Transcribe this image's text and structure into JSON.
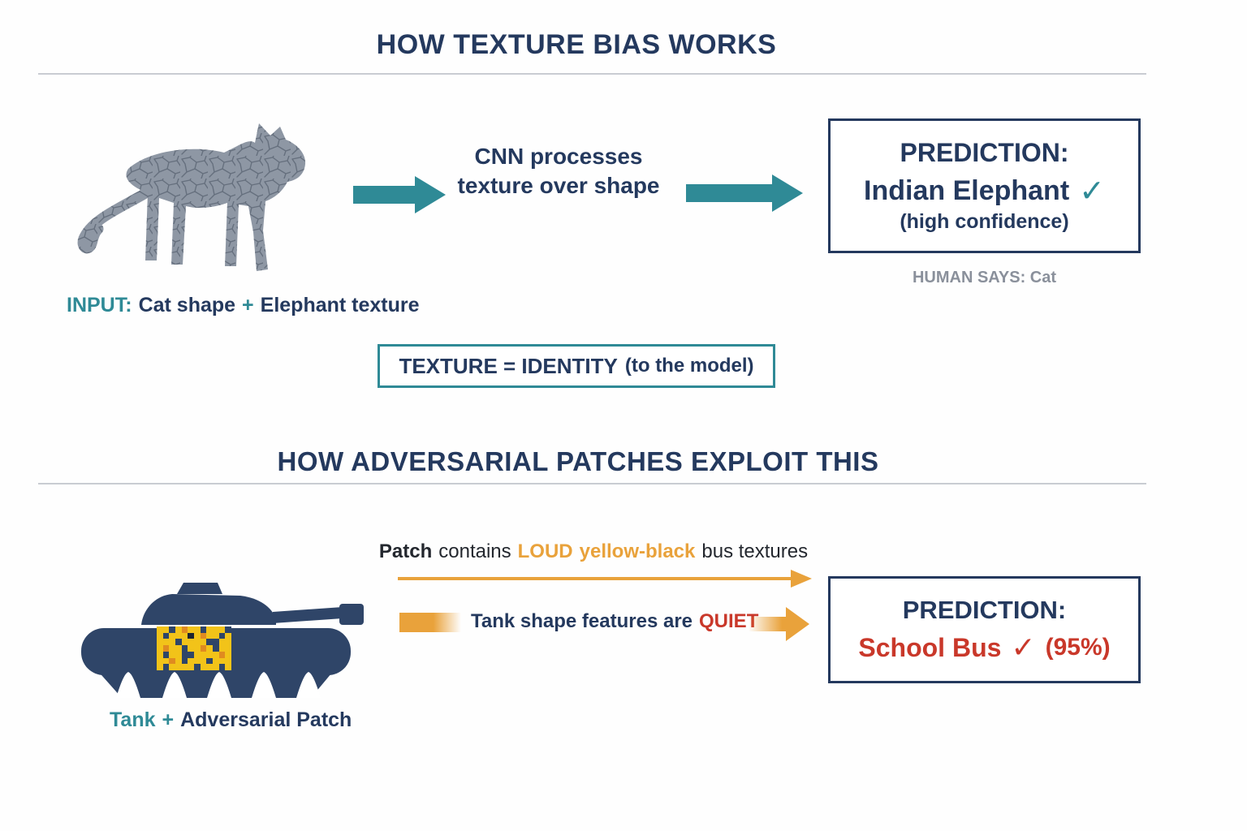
{
  "colors": {
    "navy": "#24395E",
    "teal": "#2F8A96",
    "orange": "#E9A23B",
    "red": "#C9382A",
    "gray": "#8A909B",
    "tank_navy": "#2F4568",
    "cat_gray": "#8E97A4",
    "patch_yellow": "#F2C319"
  },
  "section1": {
    "title": "HOW TEXTURE BIAS WORKS",
    "input": {
      "label": "INPUT:",
      "shape": "Cat shape",
      "plus": "+",
      "texture": "Elephant texture"
    },
    "process": {
      "line1": "CNN processes",
      "line2": "texture over shape"
    },
    "prediction_box": {
      "label": "PREDICTION:",
      "value": "Indian Elephant",
      "check_icon": "✓",
      "confidence": "(high confidence)"
    },
    "human_says": {
      "label": "HUMAN SAYS:",
      "value": "Cat"
    },
    "texture_identity_box": {
      "bold": "TEXTURE = IDENTITY",
      "rest": "(to the model)"
    }
  },
  "section2": {
    "title": "HOW ADVERSARIAL PATCHES EXPLOIT THIS",
    "loud_line": {
      "p1": "Patch",
      "p2": "contains",
      "p3": "LOUD",
      "p4": "yellow-black",
      "p5": "bus textures"
    },
    "quiet_line": {
      "p1": "Tank shape features are",
      "p2": "QUIET"
    },
    "prediction_box": {
      "label": "PREDICTION:",
      "value": "School Bus",
      "check_icon": "✓",
      "confidence": "(95%)"
    },
    "tank_label": {
      "name": "Tank",
      "plus": "+",
      "rest": "Adversarial Patch"
    },
    "patch": {
      "colors": {
        "Y": "#F2C319",
        "D": "#2F4568",
        "O": "#E08B20",
        "B": "#1C2430"
      },
      "pattern": [
        "YYDYOYYDYYYD",
        "YDYYYBYOYYDY",
        "YYYDYYYYDDYY",
        "YOYYDYYOYDYY",
        "YDYYDDYYYYOY",
        "YYOYDYYYDYYY",
        "YDYYYYDYYYDY"
      ]
    }
  }
}
